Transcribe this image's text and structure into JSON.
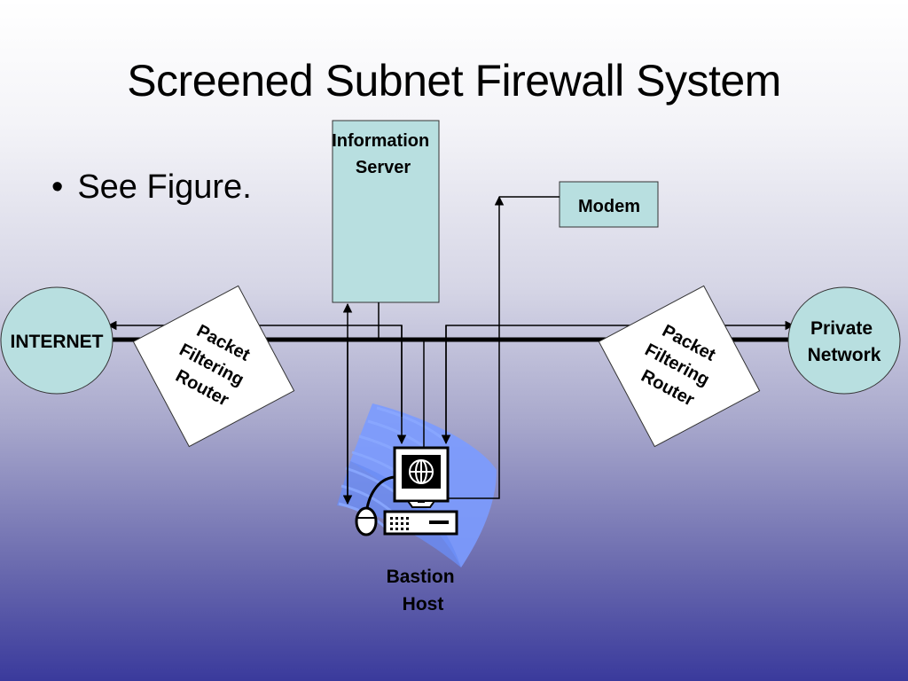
{
  "slide": {
    "title": "Screened Subnet Firewall System",
    "bullets": [
      {
        "marker": "•",
        "text": "See Figure."
      }
    ]
  },
  "diagram": {
    "nodes": {
      "internet": {
        "label": "INTERNET",
        "shape": "ellipse",
        "fill": "#b8dfe0"
      },
      "private_network": {
        "label_lines": [
          "Private",
          "Network"
        ],
        "shape": "ellipse",
        "fill": "#b8dfe0"
      },
      "info_server": {
        "label_lines": [
          "Information",
          "Server"
        ],
        "shape": "rect",
        "fill": "#b8dfe0"
      },
      "modem": {
        "label": "Modem",
        "shape": "rect",
        "fill": "#b8dfe0"
      },
      "router_left": {
        "label_lines": [
          "Packet",
          "Filtering",
          "Router"
        ],
        "shape": "rotated-square",
        "fill": "#ffffff"
      },
      "router_right": {
        "label_lines": [
          "Packet",
          "Filtering",
          "Router"
        ],
        "shape": "rotated-square",
        "fill": "#ffffff"
      },
      "bastion_host": {
        "label_lines": [
          "Bastion",
          "Host"
        ],
        "icon": "computer-globe-icon"
      }
    },
    "connections": [
      {
        "from": "bastion_host",
        "to": "internet",
        "arrow": "end"
      },
      {
        "from": "bastion_host",
        "to": "private_network",
        "arrow": "end"
      },
      {
        "from": "bastion_host",
        "to": "info_server",
        "arrow": "end"
      },
      {
        "from": "bastion_host",
        "to": "modem",
        "arrow": "end"
      },
      {
        "from": "info_server",
        "to": "bastion_host",
        "arrow": "end"
      },
      {
        "from": "router_left",
        "to": "router_right",
        "style": "thick-backbone"
      }
    ],
    "colors": {
      "node_fill": "#b8dfe0",
      "router_fill": "#ffffff",
      "line": "#000000",
      "swoosh": "#7b9bff"
    }
  }
}
